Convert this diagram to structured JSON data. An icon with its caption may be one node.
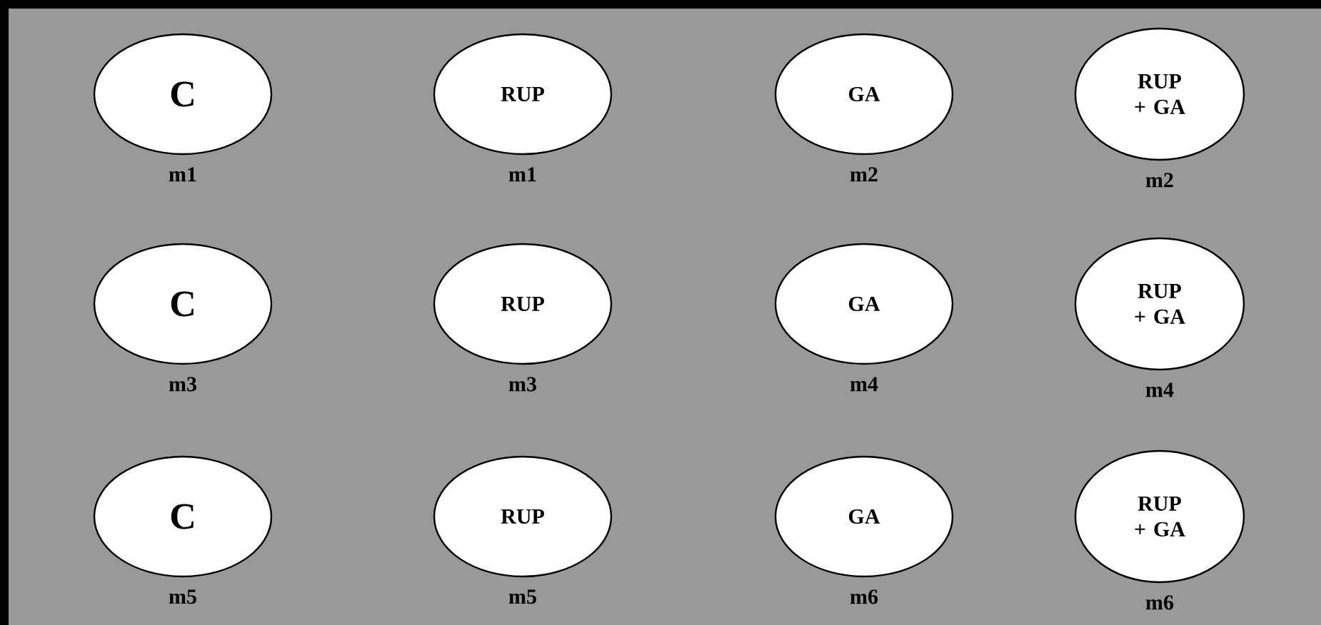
{
  "diagram": {
    "nodes": [
      {
        "text": [
          "C"
        ],
        "beside": [
          "m1"
        ]
      },
      {
        "text": [
          "RUP"
        ],
        "beside": [
          "m1"
        ]
      },
      {
        "text": [
          "GA"
        ],
        "beside": [
          "m2"
        ]
      },
      {
        "text": [
          "RUP + GA"
        ],
        "beside": [
          "m2"
        ]
      },
      {
        "text": [
          "C"
        ],
        "beside": [
          "m3"
        ]
      },
      {
        "text": [
          "RUP"
        ],
        "beside": [
          "m3"
        ]
      },
      {
        "text": [
          "GA"
        ],
        "beside": [
          "m4"
        ]
      },
      {
        "text": [
          "RUP + GA"
        ],
        "beside": [
          "m4"
        ]
      },
      {
        "text": [
          "C"
        ],
        "beside": [
          "m5"
        ]
      },
      {
        "text": [
          "RUP"
        ],
        "beside": [
          "m5"
        ]
      },
      {
        "text": [
          "GA"
        ],
        "beside": [
          "m6"
        ]
      },
      {
        "text": [
          "RUP + GA"
        ],
        "beside": [
          "m6"
        ]
      }
    ]
  }
}
